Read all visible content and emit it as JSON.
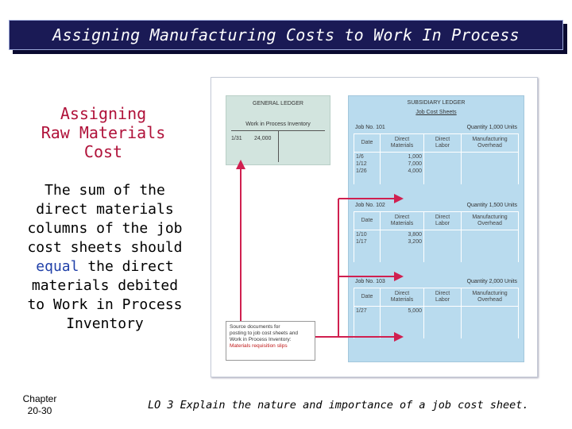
{
  "title": "Assigning Manufacturing Costs to Work In Process",
  "sub_heading_lines": [
    "Assigning",
    "Raw Materials",
    "Cost"
  ],
  "body_lines": {
    "l1": "The sum of the",
    "l2": "direct materials",
    "l3": "columns of the job",
    "l4": "cost sheets should",
    "l5_blue": "equal",
    "l5_rest": " the direct",
    "l6": "materials debited",
    "l7": "to Work in Process",
    "l8": "Inventory"
  },
  "footer": {
    "chapter_line1": "Chapter",
    "chapter_line2": "20-30",
    "lo": "LO 3  Explain the nature and importance of a job cost sheet."
  },
  "figure": {
    "general_ledger": {
      "header": "GENERAL LEDGER",
      "account": "Work in Process Inventory",
      "date": "1/31",
      "amount": "24,000"
    },
    "subsidiary_ledger": {
      "header": "SUBSIDIARY LEDGER",
      "subheader": "Job Cost Sheets",
      "columns": {
        "date": "Date",
        "dm1": "Direct",
        "dm2": "Materials",
        "dl1": "Direct",
        "dl2": "Labor",
        "mo1": "Manufacturing",
        "mo2": "Overhead"
      },
      "jobs": [
        {
          "job": "Job No. 101",
          "quantity": "Quantity 1,000 Units",
          "dates": [
            "1/6",
            "1/12",
            "1/26"
          ],
          "materials": [
            "1,000",
            "7,000",
            "4,000"
          ]
        },
        {
          "job": "Job No. 102",
          "quantity": "Quantity 1,500 Units",
          "dates": [
            "1/10",
            "1/17"
          ],
          "materials": [
            "3,800",
            "3,200"
          ]
        },
        {
          "job": "Job No. 103",
          "quantity": "Quantity 2,000 Units",
          "dates": [
            "1/27"
          ],
          "materials": [
            "5,000"
          ]
        }
      ]
    },
    "source": {
      "line1": "Source documents for",
      "line2": "posting to job cost sheets and",
      "line3": "Work in Process Inventory:",
      "line4": "Materials requisition slips"
    }
  },
  "colors": {
    "title_bg": "#1a1a55",
    "sub_heading": "#b0123a",
    "equal_word": "#1f3fa8",
    "arrow": "#d02050"
  }
}
